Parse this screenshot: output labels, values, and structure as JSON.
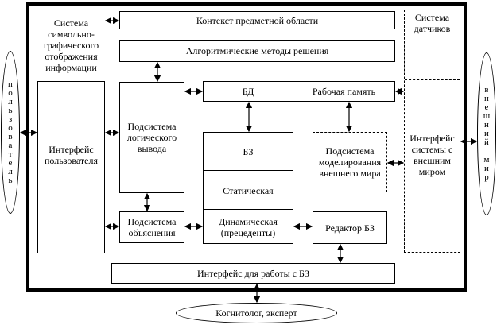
{
  "blocks": {
    "symbolic_display": "Система\nсимвольно-\nграфического\nотображения\nинформации",
    "user_interface": "Интерфейс\nпользователя",
    "domain_context": "Контекст предметной области",
    "algorithmic_methods": "Алгоритмические методы решения",
    "sensor_system": "Система\nдатчиков",
    "database": "БД",
    "working_memory": "Рабочая память",
    "logical_inference": "Подсистема\nлогического\nвывода",
    "knowledge_base": "БЗ",
    "static": "Статическая",
    "dynamic": "Динамическая\n(прецеденты)",
    "world_modeling": "Подсистема\nмоделирования\nвнешнего мира",
    "external_interface": "Интерфейс\nсистемы с\nвнешним\nмиром",
    "explanation": "Подсистема\nобъяснения",
    "kb_editor": "Редактор БЗ",
    "kb_interface": "Интерфейс для работы с БЗ"
  },
  "actors": {
    "user_letters": [
      "п",
      "о",
      "л",
      "ь",
      "з",
      "о",
      "в",
      "а",
      "т",
      "е",
      "л",
      "ь"
    ],
    "external_world_letters": [
      "в",
      "н",
      "е",
      "ш",
      "н",
      "и",
      "й",
      "",
      "м",
      "и",
      "р"
    ],
    "knowledge_engineer": "Когнитолог, эксперт"
  }
}
